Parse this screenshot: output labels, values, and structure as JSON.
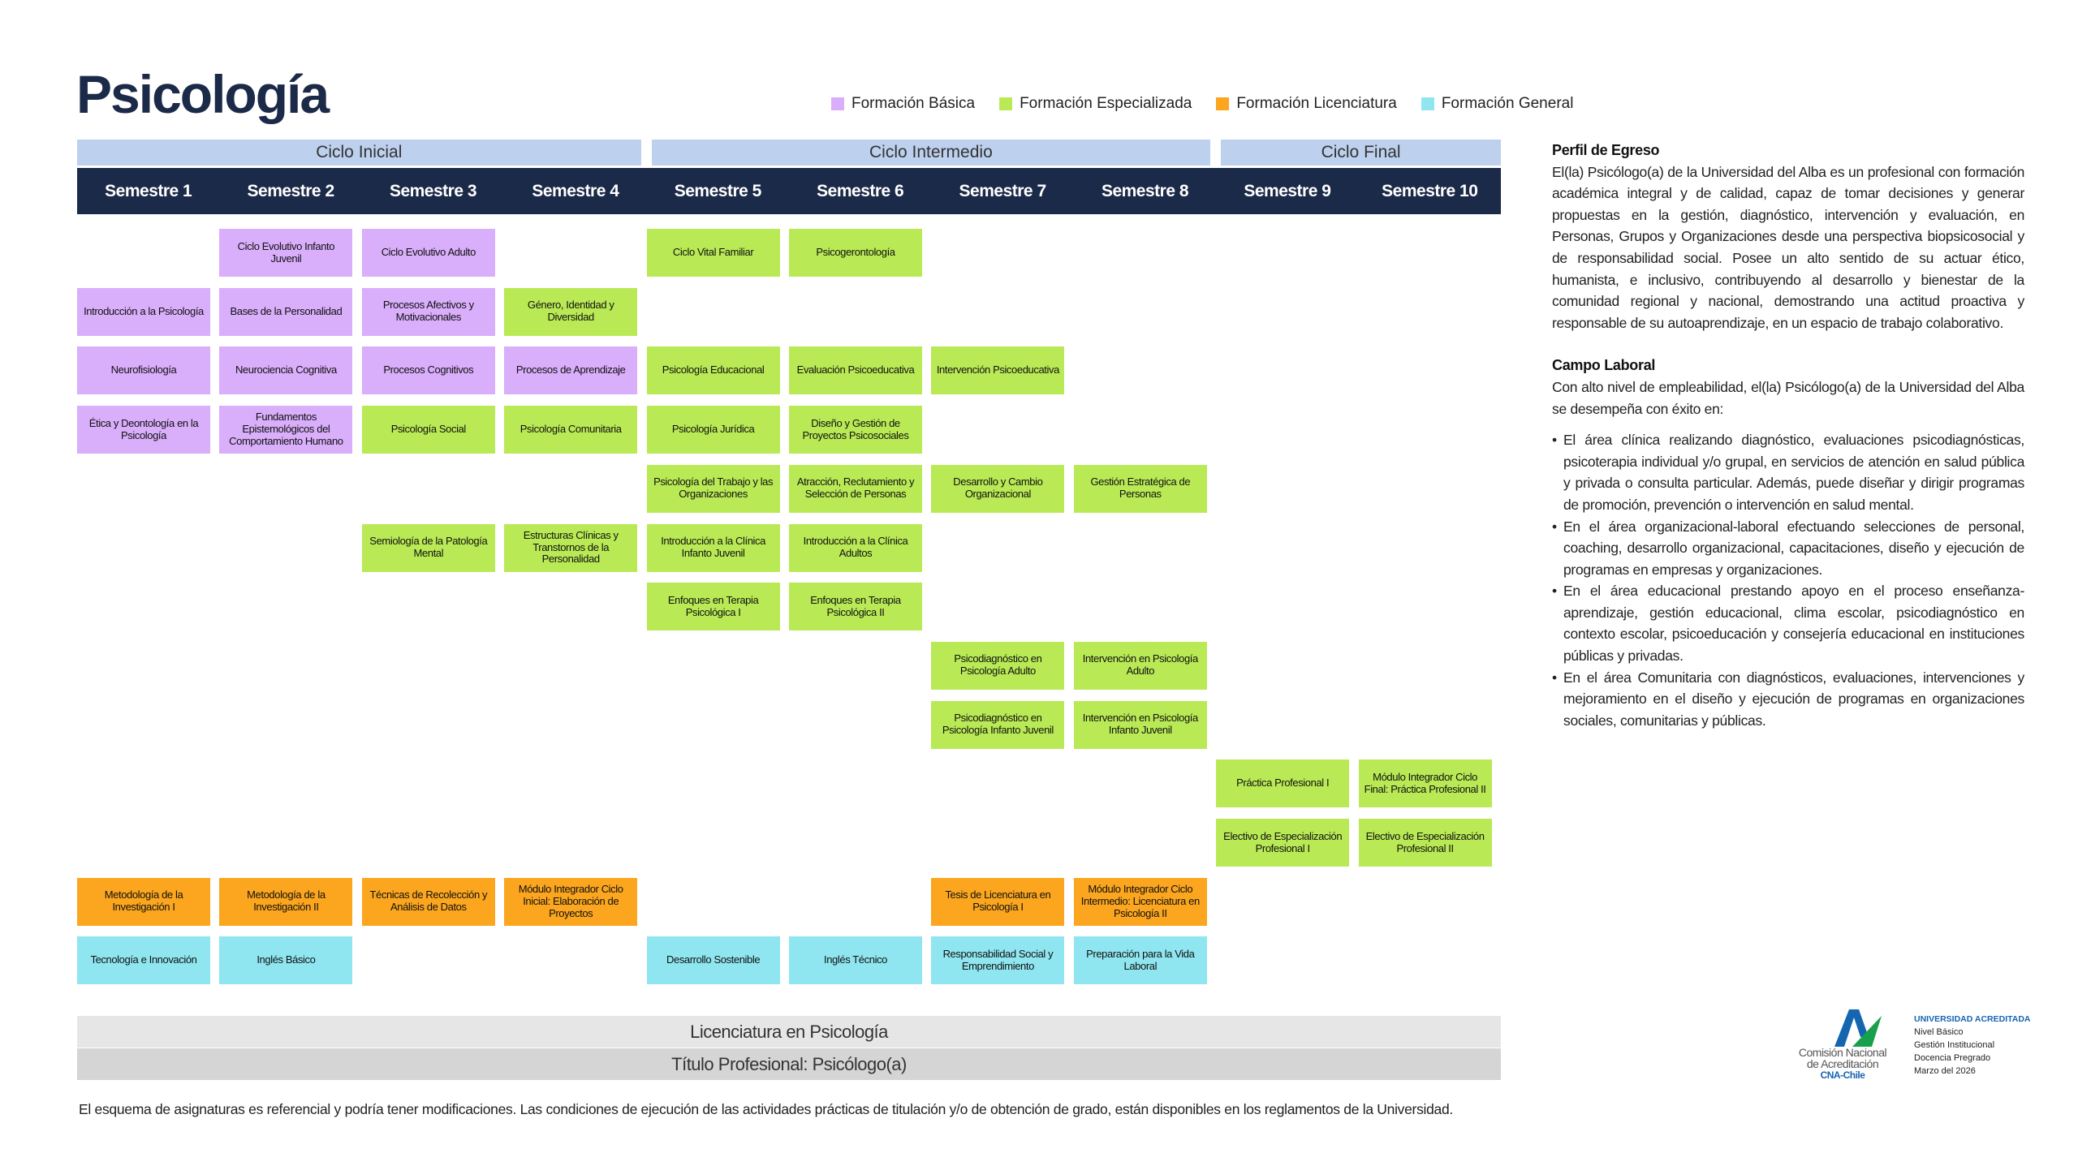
{
  "title": "Psicología",
  "colors": {
    "basica": "#d9aefa",
    "especializada": "#b9ea55",
    "licenciatura": "#fba61e",
    "general": "#8fe6f0",
    "navy": "#1b2a48",
    "cycle": "#bdd0ee"
  },
  "legend": [
    {
      "key": "basica",
      "label": "Formación Básica"
    },
    {
      "key": "especializada",
      "label": "Formación Especializada"
    },
    {
      "key": "licenciatura",
      "label": "Formación Licenciatura"
    },
    {
      "key": "general",
      "label": "Formación General"
    }
  ],
  "cycles": [
    {
      "label": "Ciclo Inicial",
      "from": 1,
      "to": 4
    },
    {
      "label": "Ciclo Intermedio",
      "from": 5,
      "to": 8
    },
    {
      "label": "Ciclo Final",
      "from": 9,
      "to": 10
    }
  ],
  "semesters": [
    "Semestre 1",
    "Semestre 2",
    "Semestre 3",
    "Semestre 4",
    "Semestre 5",
    "Semestre 6",
    "Semestre 7",
    "Semestre 8",
    "Semestre 9",
    "Semestre 10"
  ],
  "courses": [
    {
      "semester": 2,
      "row": 0,
      "type": "basica",
      "name": "Ciclo Evolutivo Infanto Juvenil"
    },
    {
      "semester": 3,
      "row": 0,
      "type": "basica",
      "name": "Ciclo Evolutivo Adulto"
    },
    {
      "semester": 5,
      "row": 0,
      "type": "especializada",
      "name": "Ciclo Vital Familiar"
    },
    {
      "semester": 6,
      "row": 0,
      "type": "especializada",
      "name": "Psicogerontología"
    },
    {
      "semester": 1,
      "row": 1,
      "type": "basica",
      "name": "Introducción a la Psicología"
    },
    {
      "semester": 2,
      "row": 1,
      "type": "basica",
      "name": "Bases de la Personalidad"
    },
    {
      "semester": 3,
      "row": 1,
      "type": "basica",
      "name": "Procesos Afectivos y Motivacionales"
    },
    {
      "semester": 4,
      "row": 1,
      "type": "especializada",
      "name": "Género, Identidad y Diversidad"
    },
    {
      "semester": 1,
      "row": 2,
      "type": "basica",
      "name": "Neurofisiología"
    },
    {
      "semester": 2,
      "row": 2,
      "type": "basica",
      "name": "Neurociencia Cognitiva"
    },
    {
      "semester": 3,
      "row": 2,
      "type": "basica",
      "name": "Procesos Cognitivos"
    },
    {
      "semester": 4,
      "row": 2,
      "type": "basica",
      "name": "Procesos de Aprendizaje"
    },
    {
      "semester": 5,
      "row": 2,
      "type": "especializada",
      "name": "Psicología Educacional"
    },
    {
      "semester": 6,
      "row": 2,
      "type": "especializada",
      "name": "Evaluación Psicoeducativa"
    },
    {
      "semester": 7,
      "row": 2,
      "type": "especializada",
      "name": "Intervención Psicoeducativa"
    },
    {
      "semester": 1,
      "row": 3,
      "type": "basica",
      "name": "Ética y Deontología en la Psicología"
    },
    {
      "semester": 2,
      "row": 3,
      "type": "basica",
      "name": "Fundamentos Epistemológicos del Comportamiento Humano"
    },
    {
      "semester": 3,
      "row": 3,
      "type": "especializada",
      "name": "Psicología Social"
    },
    {
      "semester": 4,
      "row": 3,
      "type": "especializada",
      "name": "Psicología Comunitaria"
    },
    {
      "semester": 5,
      "row": 3,
      "type": "especializada",
      "name": "Psicología Jurídica"
    },
    {
      "semester": 6,
      "row": 3,
      "type": "especializada",
      "name": "Diseño y Gestión de Proyectos Psicosociales"
    },
    {
      "semester": 5,
      "row": 4,
      "type": "especializada",
      "name": "Psicología del Trabajo y las Organizaciones"
    },
    {
      "semester": 6,
      "row": 4,
      "type": "especializada",
      "name": "Atracción, Reclutamiento y Selección de Personas"
    },
    {
      "semester": 7,
      "row": 4,
      "type": "especializada",
      "name": "Desarrollo y Cambio Organizacional"
    },
    {
      "semester": 8,
      "row": 4,
      "type": "especializada",
      "name": "Gestión Estratégica de Personas"
    },
    {
      "semester": 3,
      "row": 5,
      "type": "especializada",
      "name": "Semiología de la Patología Mental"
    },
    {
      "semester": 4,
      "row": 5,
      "type": "especializada",
      "name": "Estructuras Clínicas y Transtornos de la Personalidad"
    },
    {
      "semester": 5,
      "row": 5,
      "type": "especializada",
      "name": "Introducción a la Clínica Infanto Juvenil"
    },
    {
      "semester": 6,
      "row": 5,
      "type": "especializada",
      "name": "Introducción a la Clínica Adultos"
    },
    {
      "semester": 5,
      "row": 6,
      "type": "especializada",
      "name": "Enfoques en Terapia Psicológica I"
    },
    {
      "semester": 6,
      "row": 6,
      "type": "especializada",
      "name": "Enfoques en Terapia Psicológica II"
    },
    {
      "semester": 7,
      "row": 7,
      "type": "especializada",
      "name": "Psicodiagnóstico en Psicología Adulto"
    },
    {
      "semester": 8,
      "row": 7,
      "type": "especializada",
      "name": "Intervención en Psicología Adulto"
    },
    {
      "semester": 7,
      "row": 8,
      "type": "especializada",
      "name": "Psicodiagnóstico en Psicología Infanto Juvenil"
    },
    {
      "semester": 8,
      "row": 8,
      "type": "especializada",
      "name": "Intervención en Psicología Infanto Juvenil"
    },
    {
      "semester": 9,
      "row": 9,
      "type": "especializada",
      "name": "Práctica Profesional I"
    },
    {
      "semester": 10,
      "row": 9,
      "type": "especializada",
      "name": "Módulo Integrador Ciclo Final: Práctica Profesional II"
    },
    {
      "semester": 9,
      "row": 10,
      "type": "especializada",
      "name": "Electivo de Especialización Profesional I"
    },
    {
      "semester": 10,
      "row": 10,
      "type": "especializada",
      "name": "Electivo de Especialización Profesional II"
    },
    {
      "semester": 1,
      "row": 11,
      "type": "licenciatura",
      "name": "Metodología de la Investigación I"
    },
    {
      "semester": 2,
      "row": 11,
      "type": "licenciatura",
      "name": "Metodología de la Investigación II"
    },
    {
      "semester": 3,
      "row": 11,
      "type": "licenciatura",
      "name": "Técnicas de Recolección y Análisis de Datos"
    },
    {
      "semester": 4,
      "row": 11,
      "type": "licenciatura",
      "name": "Módulo Integrador Ciclo Inicial: Elaboración de Proyectos"
    },
    {
      "semester": 7,
      "row": 11,
      "type": "licenciatura",
      "name": "Tesis de Licenciatura en Psicología I"
    },
    {
      "semester": 8,
      "row": 11,
      "type": "licenciatura",
      "name": "Módulo Integrador Ciclo Intermedio: Licenciatura en Psicología II"
    },
    {
      "semester": 1,
      "row": 12,
      "type": "general",
      "name": "Tecnología e Innovación"
    },
    {
      "semester": 2,
      "row": 12,
      "type": "general",
      "name": "Inglés Básico"
    },
    {
      "semester": 5,
      "row": 12,
      "type": "general",
      "name": "Desarrollo Sostenible"
    },
    {
      "semester": 6,
      "row": 12,
      "type": "general",
      "name": "Inglés Técnico"
    },
    {
      "semester": 7,
      "row": 12,
      "type": "general",
      "name": "Responsabilidad Social y Emprendimiento"
    },
    {
      "semester": 8,
      "row": 12,
      "type": "general",
      "name": "Preparación para la Vida Laboral"
    }
  ],
  "degrees": {
    "licenciatura": "Licenciatura en Psicología",
    "titulo": "Título Profesional: Psicólogo(a)"
  },
  "footnote": "El esquema de asignaturas es referencial y podría tener modificaciones. Las condiciones de ejecución de las actividades prácticas de titulación y/o de obtención de grado, están disponibles en los reglamentos de la Universidad.",
  "perfil": {
    "heading": "Perfil de Egreso",
    "text": "El(la) Psicólogo(a) de la Universidad del Alba es un profesional con formación académica integral y de calidad, capaz de tomar decisiones y generar propuestas en la gestión, diagnóstico, intervención y evaluación, en Personas, Grupos y Organizaciones desde una perspectiva biopsicosocial y de responsabilidad social. Posee un alto sentido de su actuar ético, humanista, e inclusivo, contribuyendo al desarrollo y bienestar de la comunidad regional y nacional, demostrando una actitud proactiva y responsable de su autoaprendizaje, en un espacio de trabajo colaborativo."
  },
  "campo": {
    "heading": "Campo Laboral",
    "intro": "Con alto nivel de empleabilidad, el(la) Psicólogo(a) de la Universidad del Alba se desempeña con éxito en:",
    "items": [
      "El área clínica realizando diagnóstico, evaluaciones psicodiagnósticas, psicoterapia individual y/o grupal, en servicios de atención en salud pública y privada o consulta particular. Además, puede diseñar y dirigir programas de promoción, prevención o intervención en salud mental.",
      "En el área organizacional-laboral efectuando selecciones de personal, coaching, desarrollo organizacional, capacitaciones, diseño y ejecución de programas en empresas y organizaciones.",
      "En el área educacional prestando apoyo en el proceso enseñanza-aprendizaje, gestión educacional, clima escolar, psicodiagnóstico en contexto escolar, psicoeducación y consejería educacional en instituciones públicas y privadas.",
      "En el área Comunitaria con diagnósticos, evaluaciones, intervenciones y mejoramiento en el diseño y ejecución de programas en organizaciones sociales, comunitarias y públicas."
    ]
  },
  "accreditation": {
    "org_line1": "Comisión Nacional",
    "org_line2": "de Acreditación",
    "org_short": "CNA-Chile",
    "heading": "UNIVERSIDAD ACREDITADA",
    "lines": [
      "Nivel Básico",
      "Gestión Institucional",
      "Docencia Pregrado",
      "Marzo del 2026"
    ]
  }
}
